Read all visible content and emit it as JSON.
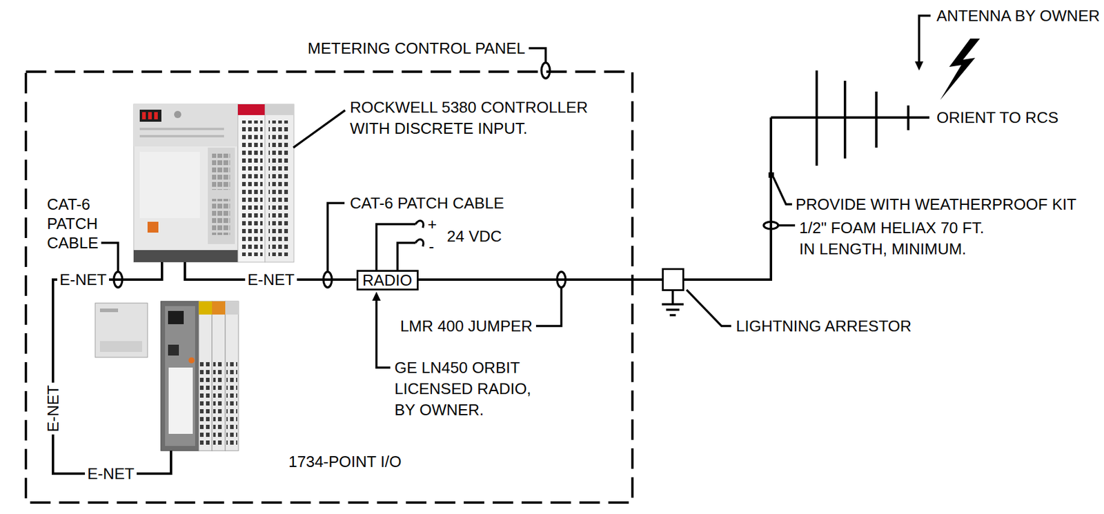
{
  "diagram": {
    "nodes": [
      {
        "text": [
          "METERING CONTROL PANEL"
        ]
      },
      {
        "text": [
          "ROCKWELL 5380 CONTROLLER WITH DISCRETE INPUT."
        ],
        "in": 0
      },
      {
        "text": [
          "1734-POINT I/O"
        ],
        "in": 0
      },
      {
        "text": [
          "RADIO",
          "GE LN450 ORBIT LICENSED RADIO, BY OWNER."
        ],
        "in": 0
      },
      {
        "text": [
          "LIGHTNING ARRESTOR"
        ]
      },
      {
        "text": [
          "ANTENNA BY OWNER",
          "ORIENT TO RCS"
        ]
      }
    ],
    "edges": [
      {
        "from": 1,
        "to": 2,
        "arrow": "none",
        "label": "E-NET"
      },
      {
        "from": 1,
        "to": 3,
        "arrow": "none",
        "label": "E-NET"
      },
      {
        "from": 3,
        "to": 4,
        "arrow": "none"
      },
      {
        "from": 4,
        "to": 5,
        "arrow": "none"
      }
    ],
    "labels": [
      "CAT-6 PATCH CABLE",
      "E-NET",
      "E-NET",
      "CAT-6 PATCH CABLE",
      "+",
      "24 VDC",
      "-",
      "LMR 400 JUMPER",
      "PROVIDE WITH WEATHERPROOF KIT",
      "1/2\" FOAM HELIAX 70 FT. IN LENGTH, MINIMUM."
    ]
  }
}
